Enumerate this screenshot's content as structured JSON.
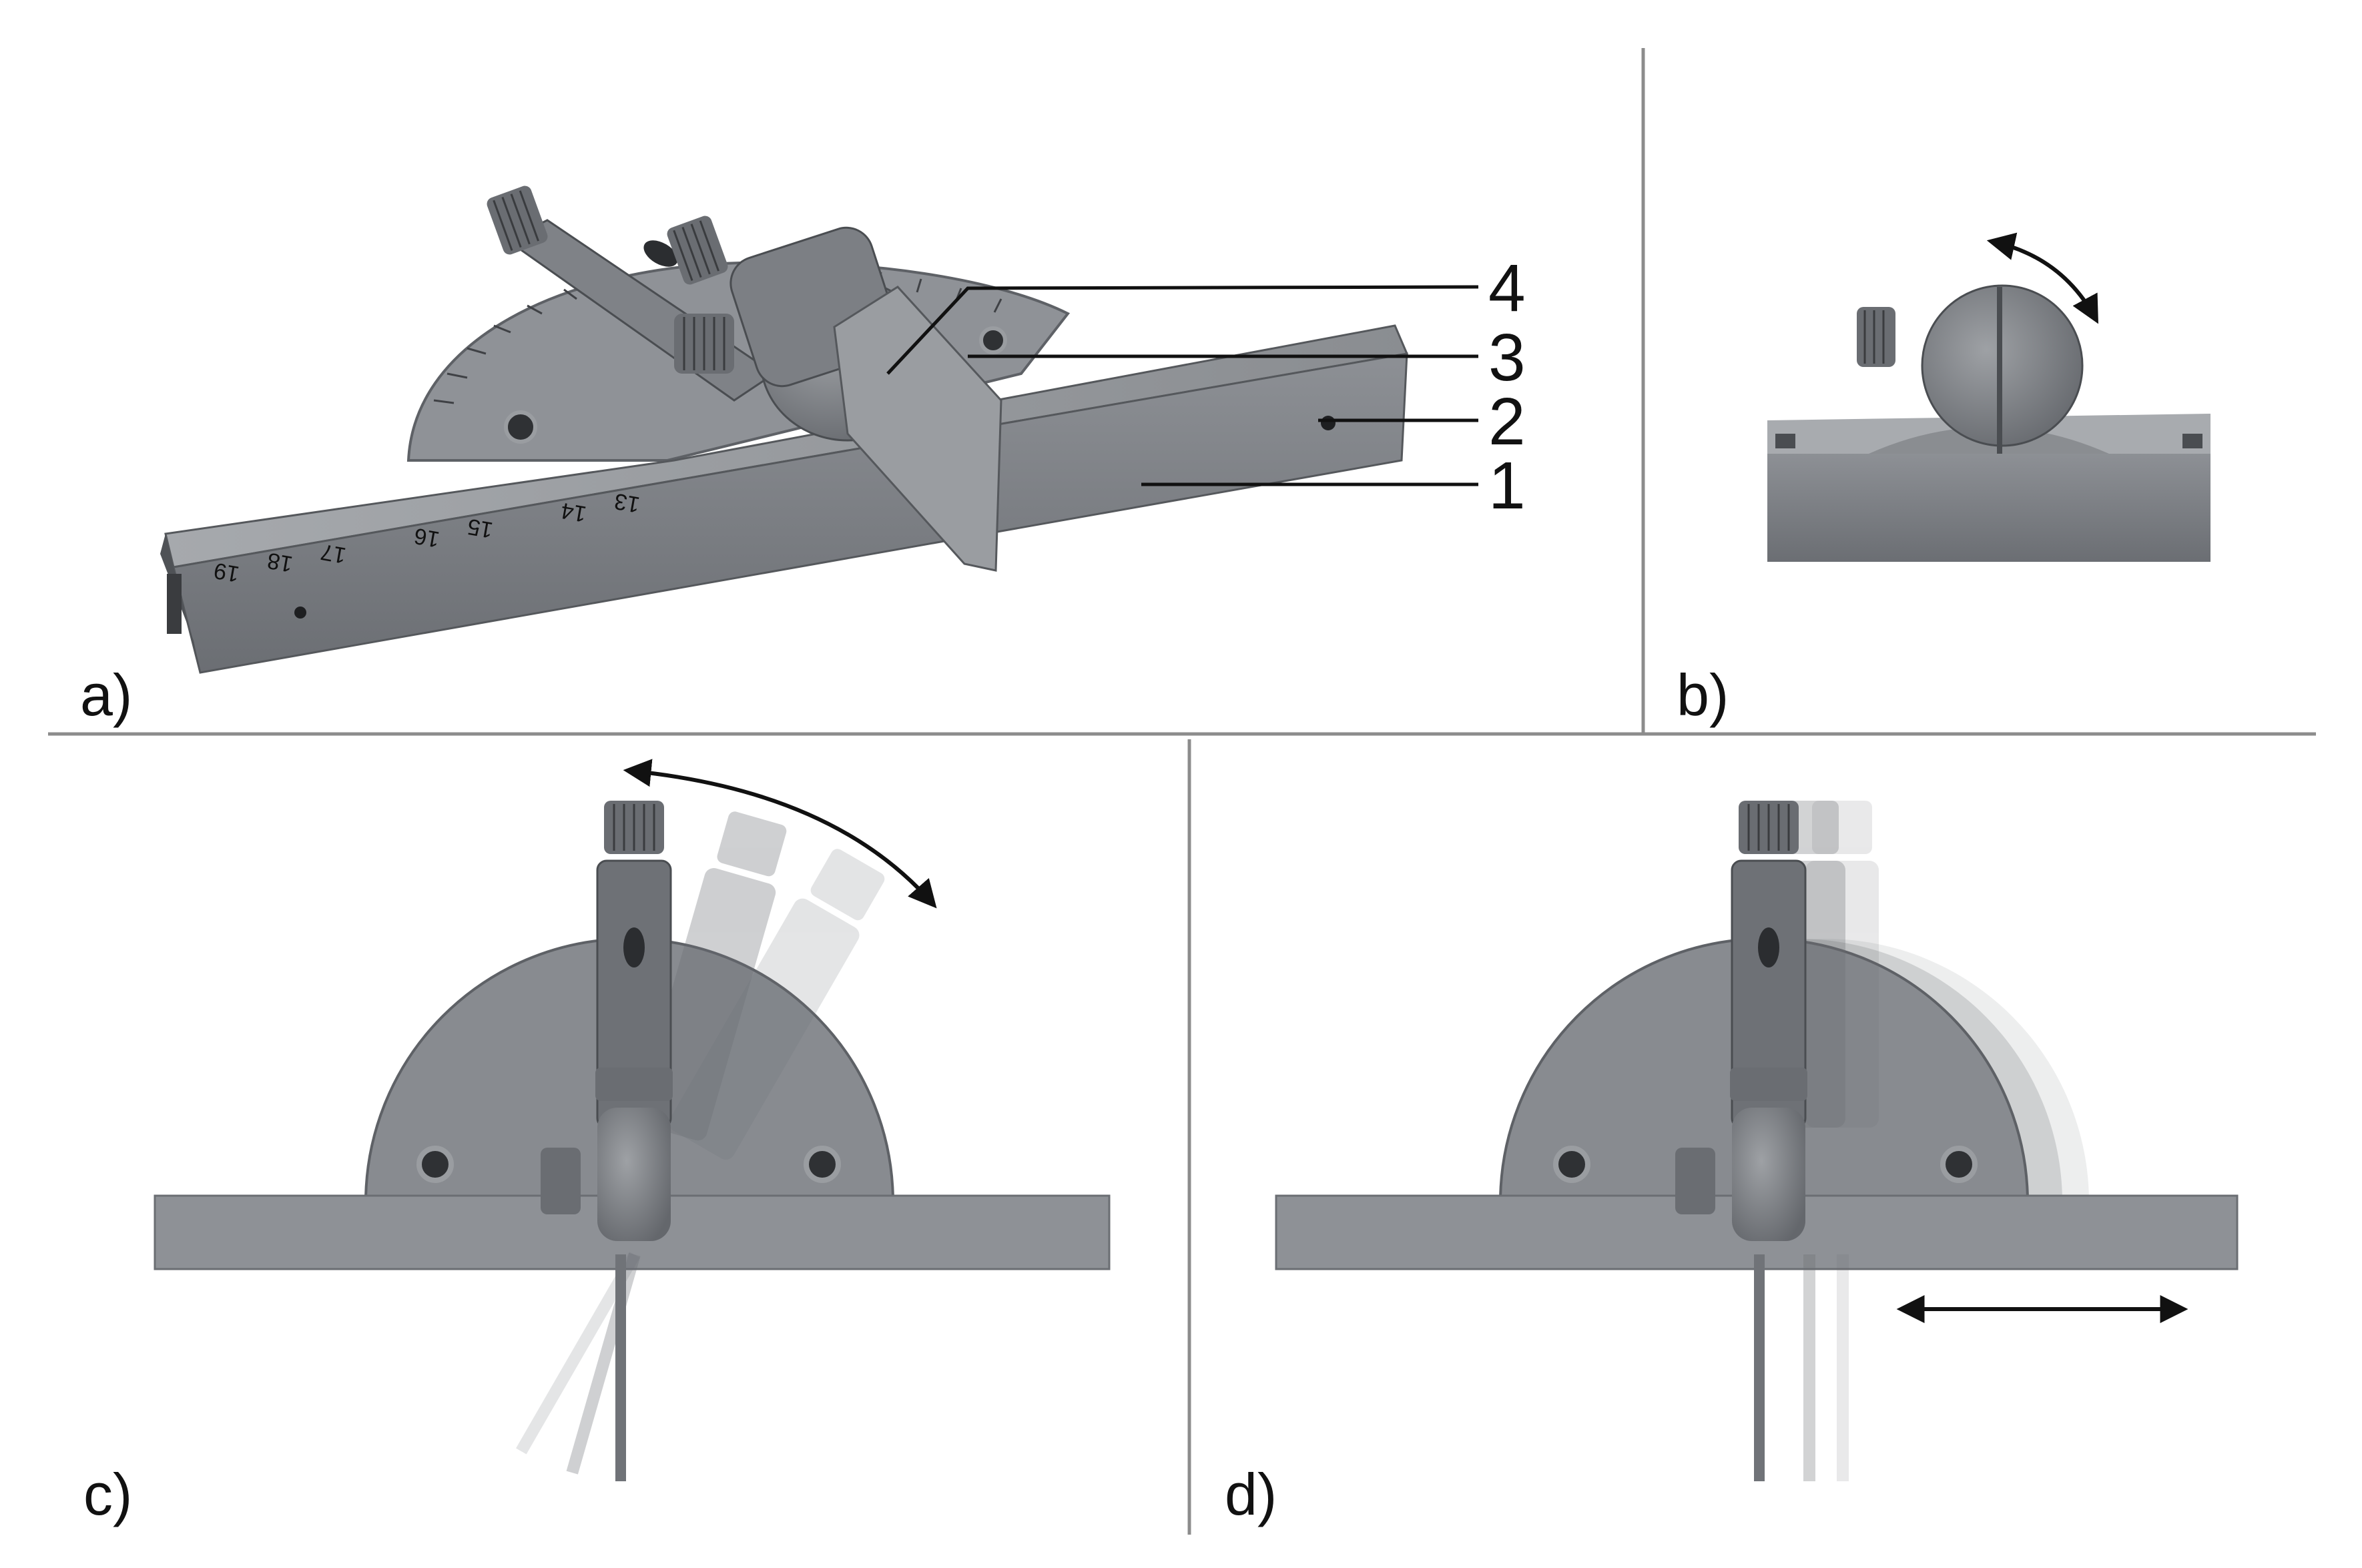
{
  "panels": [
    {
      "id": "a",
      "label": "a)"
    },
    {
      "id": "b",
      "label": "b)"
    },
    {
      "id": "c",
      "label": "c)"
    },
    {
      "id": "d",
      "label": "d)"
    }
  ],
  "callouts": [
    {
      "number": "4"
    },
    {
      "number": "3"
    },
    {
      "number": "2"
    },
    {
      "number": "1"
    }
  ],
  "scale_numbers_panel_a": [
    "19",
    "18",
    "17",
    "16",
    "15",
    "14",
    "13"
  ],
  "colors": {
    "steel_dark": "#5e6166",
    "steel_mid": "#7b7e83",
    "steel_light": "#9a9da1",
    "divider": "#8c8c8c",
    "arrow": "#111111",
    "background": "#ffffff"
  }
}
